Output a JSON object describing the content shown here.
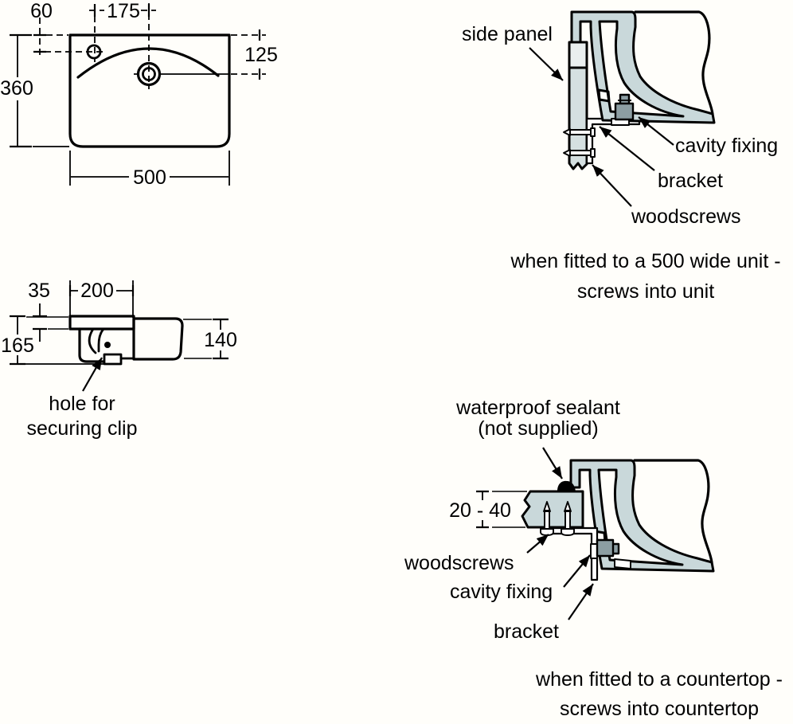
{
  "colors": {
    "ceramic": "#c9d8da",
    "panel": "#d5e0e1",
    "panel_top": "#eaefef",
    "fixing": "#8c9ea3",
    "sealant": "#000000",
    "line": "#000000",
    "background": "#fffefa"
  },
  "front_view": {
    "dim_hole_offset": "60",
    "dim_tap_spacing": "175",
    "dim_tap_height": "125",
    "dim_height": "360",
    "dim_width": "500"
  },
  "side_view": {
    "dim_rim_thickness": "35",
    "dim_depth": "200",
    "dim_front_height": "165",
    "dim_body_height": "140",
    "hole_label_line1": "hole for",
    "hole_label_line2": "securing clip"
  },
  "unit_section": {
    "label_side_panel": "side panel",
    "label_cavity_fixing": "cavity fixing",
    "label_bracket": "bracket",
    "label_woodscrews": "woodscrews",
    "caption_line1": "when fitted to a 500 wide unit -",
    "caption_line2": "screws into unit"
  },
  "countertop_section": {
    "label_sealant_line1": "waterproof sealant",
    "label_sealant_line2": "(not supplied)",
    "dim_thickness": "20 - 40",
    "label_woodscrews": "woodscrews",
    "label_cavity_fixing": "cavity fixing",
    "label_bracket": "bracket",
    "caption_line1": "when fitted to a countertop -",
    "caption_line2": "screws into countertop"
  }
}
